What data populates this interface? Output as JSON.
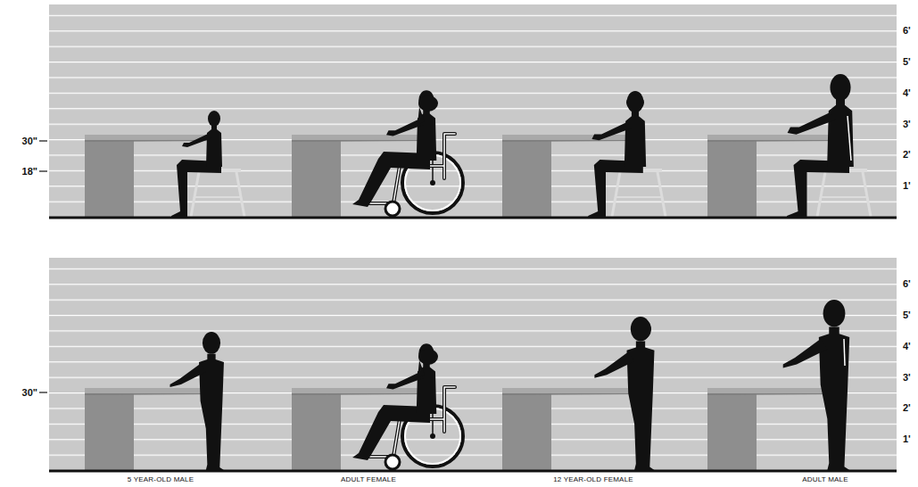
{
  "diagram": {
    "labels": [
      "30\"",
      "18\"",
      "6'",
      "5'",
      "4'",
      "3'",
      "2'",
      "1'",
      "30\"",
      "6'",
      "5'",
      "4'",
      "3'",
      "2'",
      "1'",
      "5 YEAR-OLD MALE",
      "ADULT FEMALE",
      "12 YEAR-OLD FEMALE",
      "ADULT MALE"
    ]
  }
}
